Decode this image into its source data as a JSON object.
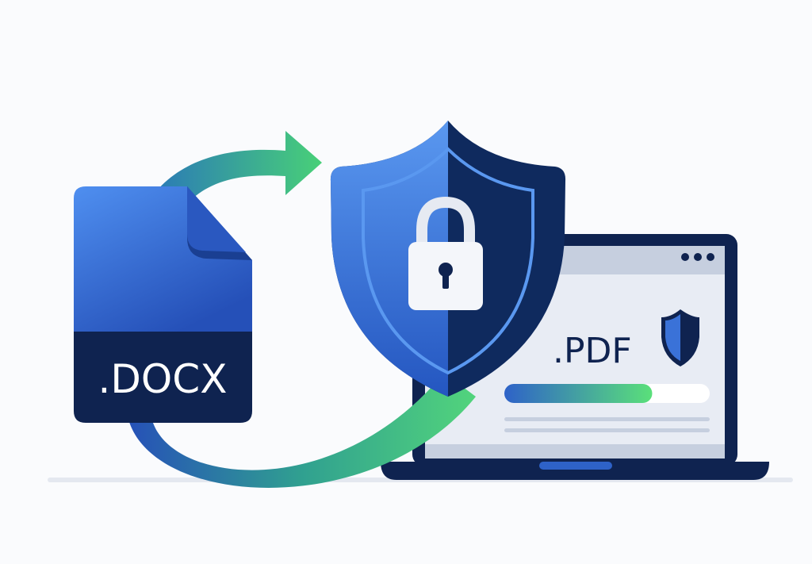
{
  "document": {
    "extension": ".DOCX"
  },
  "laptop": {
    "file_extension": ".PDF",
    "window_dots": 3
  },
  "progress": {
    "fraction": 0.72
  },
  "icons": [
    "document-icon",
    "shield-lock-icon",
    "conversion-arrow-icon",
    "laptop-icon",
    "small-shield-icon"
  ],
  "colors": {
    "background": "#fafbfd",
    "blue": "#3a72d8",
    "navy": "#0f2a5e",
    "green": "#4fd27a",
    "screen": "#e8ecf4"
  }
}
